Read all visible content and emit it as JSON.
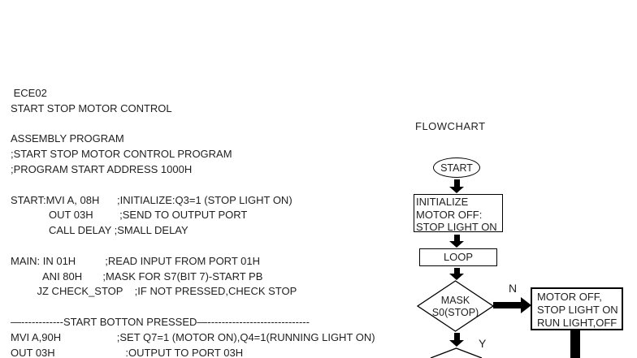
{
  "page": {
    "background": "#ffffff",
    "text_color": "#1f1f1f",
    "line_color": "#000000"
  },
  "code": {
    "lines": [
      " ECE02",
      "START STOP MOTOR CONTROL",
      "",
      "ASSEMBLY PROGRAM",
      ";START STOP MOTOR CONTROL PROGRAM",
      ";PROGRAM START ADDRESS 1000H",
      "",
      "START:MVI A, 08H      ;INITIALIZE:Q3=1 (STOP LIGHT ON)",
      "             OUT 03H         ;SEND TO OUTPUT PORT",
      "             CALL DELAY ;SMALL DELAY",
      "",
      "MAIN: IN 01H          ;READ INPUT FROM PORT 01H",
      "           ANI 80H       ;MASK FOR S7(BIT 7)-START PB",
      "         JZ CHECK_STOP    ;IF NOT PRESSED,CHECK STOP",
      "",
      "—------------START BOTTON PRESSED—-----------------------------",
      "MVI A,90H                   ;SET Q7=1 (MOTOR ON),Q4=1(RUNNING LIGHT ON)",
      "OUT 03H                        :OUTPUT TO PORT 03H"
    ]
  },
  "flowchart": {
    "title": "FLOWCHART",
    "start_label": "START",
    "init_box_lines": [
      "INITIALIZE",
      "MOTOR OFF:",
      "STOP LIGHT ON"
    ],
    "loop_label": "LOOP",
    "decision_lines": [
      "MASK",
      "S0(STOP)"
    ],
    "branch_no": "N",
    "branch_yes": "Y",
    "motor_box_lines": [
      "MOTOR OFF,",
      "STOP LIGHT ON",
      "RUN LIGHT,OFF"
    ]
  }
}
